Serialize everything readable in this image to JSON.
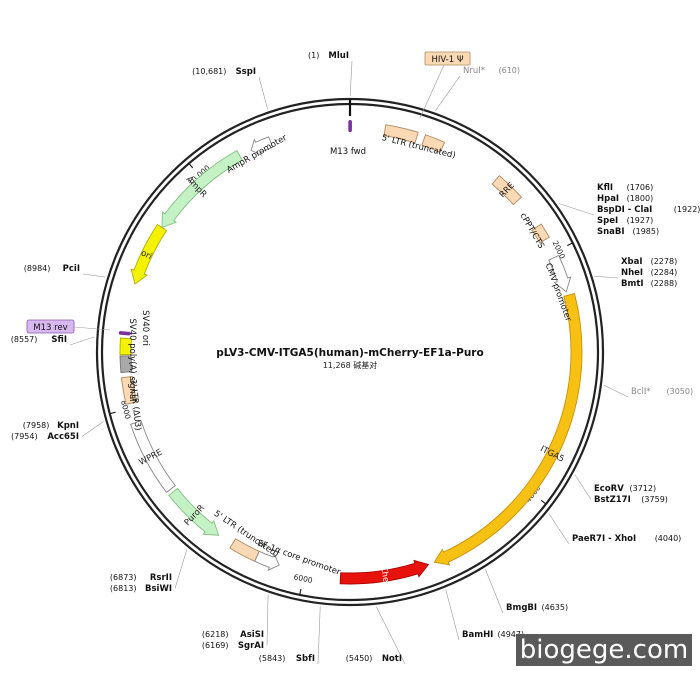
{
  "plasmid": {
    "name": "pLV3-CMV-ITGA5(human)-mCherry-EF1a-Puro",
    "length": "11,268 碱基对",
    "total_bp": 11268
  },
  "tick_labels": [
    "2000",
    "4000",
    "6000",
    "8000",
    "10,000"
  ],
  "tick_values": [
    2000,
    4000,
    6000,
    8000,
    10000
  ],
  "sites": [
    {
      "name": "MluI",
      "pos": "(1)",
      "bp": 1
    },
    {
      "name": "NruI*",
      "pos": "(610)",
      "bp": 610,
      "muted": true
    },
    {
      "name": "KflI",
      "pos": "(1706)",
      "bp": 1706
    },
    {
      "name": "HpaI",
      "pos": "(1800)",
      "bp": 1800
    },
    {
      "name": "BspDI - ClaI",
      "pos": "(1922)",
      "bp": 1922
    },
    {
      "name": "SpeI",
      "pos": "(1927)",
      "bp": 1927
    },
    {
      "name": "SnaBI",
      "pos": "(1985)",
      "bp": 1985
    },
    {
      "name": "XbaI",
      "pos": "(2278)",
      "bp": 2278
    },
    {
      "name": "NheI",
      "pos": "(2284)",
      "bp": 2284
    },
    {
      "name": "BmtI",
      "pos": "(2288)",
      "bp": 2288
    },
    {
      "name": "BclI*",
      "pos": "(3050)",
      "bp": 3050,
      "muted": true
    },
    {
      "name": "EcoRV",
      "pos": "(3712)",
      "bp": 3712
    },
    {
      "name": "BstZ17I",
      "pos": "(3759)",
      "bp": 3759
    },
    {
      "name": "PaeR7I - XhoI",
      "pos": "(4040)",
      "bp": 4040
    },
    {
      "name": "BmgBI",
      "pos": "(4635)",
      "bp": 4635
    },
    {
      "name": "BamHI",
      "pos": "(4947)",
      "bp": 4947
    },
    {
      "name": "NotI",
      "pos": "(5450)",
      "bp": 5450
    },
    {
      "name": "SbfI",
      "pos": "(5843)",
      "bp": 5843
    },
    {
      "name": "SgrAI",
      "pos": "(6169)",
      "bp": 6169
    },
    {
      "name": "AsiSI",
      "pos": "(6218)",
      "bp": 6218
    },
    {
      "name": "BsiWI",
      "pos": "(6813)",
      "bp": 6813
    },
    {
      "name": "RsrII",
      "pos": "(6873)",
      "bp": 6873
    },
    {
      "name": "Acc65I",
      "pos": "(7954)",
      "bp": 7954
    },
    {
      "name": "KpnI",
      "pos": "(7958)",
      "bp": 7958
    },
    {
      "name": "SfiI",
      "pos": "(8557)",
      "bp": 8557
    },
    {
      "name": "PciI",
      "pos": "(8984)",
      "bp": 8984
    },
    {
      "name": "SspI",
      "pos": "(10,681)",
      "bp": 10681
    }
  ],
  "features": [
    {
      "label": "ITGA5",
      "start": 2360,
      "end": 4950,
      "color": "#f7c113",
      "stroke": "#c9910a",
      "dir": 1,
      "inside": true
    },
    {
      "label": "mCherry",
      "start": 5000,
      "end": 5710,
      "color": "#e8120c",
      "stroke": "#a80000",
      "dir": -1,
      "inside": true,
      "light": true
    },
    {
      "label": "AmpR",
      "start": 9500,
      "end": 10350,
      "color": "#c4f2c4",
      "stroke": "#7fbf7f",
      "dir": -1,
      "inside": true
    },
    {
      "label": "ori",
      "start": 9000,
      "end": 9500,
      "color": "#f4f200",
      "stroke": "#b0ae00",
      "dir": -1,
      "inside": true
    },
    {
      "label": "PuroR",
      "start": 6750,
      "end": 7250,
      "color": "#c4f2c4",
      "stroke": "#7fbf7f",
      "dir": -1,
      "inside": true
    },
    {
      "label": "WPRE",
      "start": 7280,
      "end": 7880,
      "color": "#ffffff",
      "stroke": "#888888",
      "dir": 0,
      "inside": true
    },
    {
      "label": "",
      "start": 280,
      "end": 540,
      "color": "#fbd9b4",
      "stroke": "#b08a60",
      "dir": 0
    },
    {
      "label": "",
      "start": 600,
      "end": 760,
      "color": "#fbd9b4",
      "stroke": "#b08a60",
      "dir": 0
    },
    {
      "label": "RRE",
      "start": 1260,
      "end": 1500,
      "color": "#fbd9b4",
      "stroke": "#b08a60",
      "dir": 0,
      "inside": true
    },
    {
      "label": "",
      "start": 1760,
      "end": 1880,
      "color": "#fbd9b4",
      "stroke": "#b08a60",
      "dir": 0
    },
    {
      "label": "",
      "start": 2040,
      "end": 2330,
      "color": "#ffffff",
      "stroke": "#888888",
      "dir": 1
    },
    {
      "label": "",
      "start": 6400,
      "end": 6620,
      "color": "#fbd9b4",
      "stroke": "#b08a60",
      "dir": 0
    },
    {
      "label": "",
      "start": 6210,
      "end": 6400,
      "color": "#ffffff",
      "stroke": "#888888",
      "dir": -1
    },
    {
      "label": "",
      "start": 8040,
      "end": 8250,
      "color": "#fbd9b4",
      "stroke": "#b08a60",
      "dir": 0
    },
    {
      "label": "",
      "start": 8290,
      "end": 8420,
      "color": "#a8a8a8",
      "stroke": "#777777",
      "dir": 0
    },
    {
      "label": "",
      "start": 8430,
      "end": 8560,
      "color": "#f4f200",
      "stroke": "#b0ae00",
      "dir": 0
    },
    {
      "label": "",
      "start": 10450,
      "end": 10620,
      "color": "#ffffff",
      "stroke": "#888888",
      "dir": -1
    }
  ],
  "primer_marks": [
    {
      "bp": 1,
      "color": "#7b2fa0"
    },
    {
      "bp": 8600,
      "color": "#7b2fa0"
    }
  ],
  "labels": {
    "hiv": "HIV-1 Ψ",
    "m13rev": "M13 rev",
    "m13fwd": "M13 fwd",
    "ltr5": "5' LTR (truncated)",
    "cppt": "cPPT/CTS",
    "cmv": "CMV promoter",
    "sv40": "SV40 ori",
    "sv40polya": "SV40 poly(A) signal",
    "ltr3": "3' LTR (ΔU3)",
    "ltr5b": "5' LTR (truncated)",
    "ef1a": "EF-1α core promoter",
    "amppro": "AmpR promoter"
  },
  "watermark": "biogege.com"
}
